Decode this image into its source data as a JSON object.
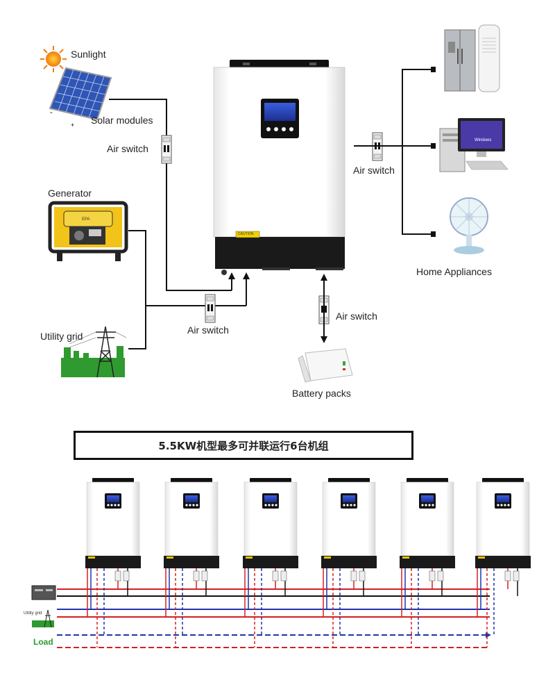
{
  "labels": {
    "sunlight": "Sunlight",
    "solar_modules": "Solar modules",
    "generator": "Generator",
    "utility_grid": "Utility grid",
    "air_switch": "Air switch",
    "home_appliances": "Home Appliances",
    "battery_packs": "Battery packs",
    "parallel_title": "5.5KW机型最多可并联运行6台机组",
    "utility_grid_small": "Utility grid",
    "load": "Load",
    "windows_text": "Windows",
    "caution_text": "CAUTION"
  },
  "colors": {
    "wire_black": "#111111",
    "wire_red": "#d42020",
    "wire_blue": "#2233aa",
    "inverter_body": "#ffffff",
    "inverter_base": "#1a1a1a",
    "solar_blue": "#2f55b5",
    "generator_yellow": "#f2c318",
    "load_green": "#2a9a2a"
  },
  "parallel_units": 6
}
